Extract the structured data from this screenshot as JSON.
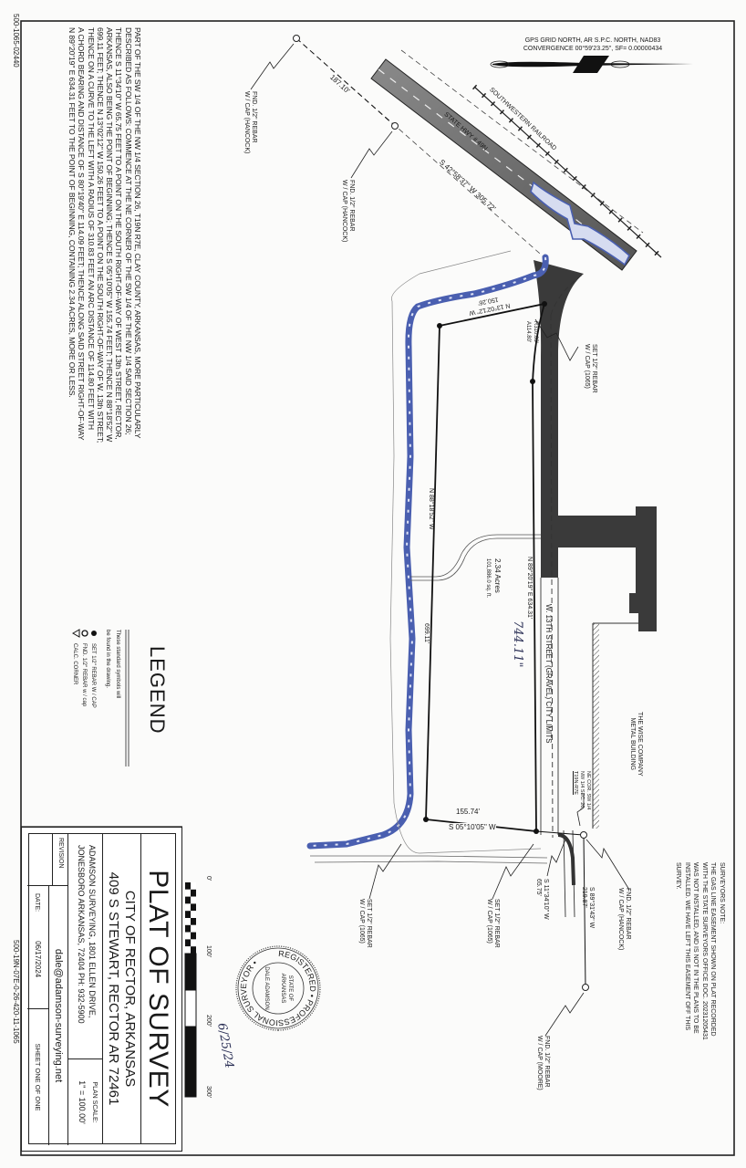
{
  "document": {
    "doc_number_top": "500-1065-02440",
    "doc_number_bottom": "500-19N-07E-0-26-420-11-1065",
    "description_lines": [
      "PART OF THE SW 1/4 OF THE NW 1/4 SECTION 26, T19N R7E, CLAY COUNTY, ARKANSAS, MORE PARTICULARLY",
      "DESCRIBED AS FOLLOWS: COMMENCE AT THE NE CORNER OF THE SW 1/4 OF THE NW 1/4 SAID SECTION 26;",
      "THENCE S 11°34'10\" W 65.75 FEET TO A POINT ON THE SOUTH RIGHT-OF-WAY OF WEST 13th STREET, RECTOR,",
      "ARKANSAS, ALSO BEING THE POINT OF BEGINNING; THENCE S 05°10'05\" W 155.74 FEET; THENCE N 88°18'52\" W",
      "699.11 FEET; THENCE N 13°02'12\" W 150.26 FEET TO A POINT ON THE SOUTH RIGHT-OF-WAY OF W. 13th STREET;",
      "THENCE ON A CURVE TO THE LEFT WITH A RADIUS OF 310.83 FEET AN ARC DISTANCE OF 114.80 FEET WITH",
      "A CHORD BEARING AND DISTANCE OF S 80°19'40\" E 114.09 FEET; THENCE ALONG SAID STREET RIGHT-OF-WAY",
      "N 89°20'19\" E 634.31 FEET TO THE POINT OF BEGINNING, CONTAINING 2.34 ACRES, MORE OR LESS."
    ]
  },
  "legend": {
    "title": "LEGEND",
    "note_line1": "These standard symbols will",
    "note_line2": "be found in the drawing.",
    "items": [
      {
        "symbol": "filled-dot-icon",
        "label": "SET 1/2\" REBAR W / CAP"
      },
      {
        "symbol": "target-circle-icon",
        "label": "FND. 1/2\" REBAR w / cap"
      },
      {
        "symbol": "triangle-icon",
        "label": "CALC. CORNER"
      }
    ]
  },
  "title_block": {
    "title": "PLAT OF SURVEY",
    "city": "CITY OF RECTOR, ARKANSAS",
    "address": "409 S STEWART, RECTOR AR 72461",
    "firm_line1": "ADAMSON SURVEYING, 1801 ELLEN DRIVE,",
    "firm_line2": "JONESBORO ARKANSAS, 72404  PH: 932-5900",
    "plan_scale_label": "PLAN SCALE:",
    "plan_scale_value": "1\" = 100.00'",
    "revision_label": "REVISION",
    "email": "dale@adamson-surveying.net",
    "date_label": "DATE:",
    "date_value": "06/17/2024",
    "sheet": "SHEET ONE OF ONE"
  },
  "scale_bar": {
    "labels": [
      "0'",
      "100'",
      "200'",
      "300'"
    ]
  },
  "seal": {
    "ring_text": "REGISTERED • PROFESSIONAL SURVEYOR •",
    "inner_text_1": "STATE OF",
    "inner_text_2": "ARKANSAS",
    "name": "DALE ADAMSON",
    "signed_date": "6/25/24"
  },
  "north_arrow": {
    "line1": "GPS GRID NORTH, AR S.P.C. NORTH, NAD83",
    "line2": "CONVERGENCE 00°59'23.25\", SF= 0.00000434"
  },
  "surveyors_note": {
    "title": "SURVEYORS NOTE:",
    "lines": [
      "THE GAS LINE EASEMENT SHOWN ON PLAT RECORDED",
      "WITH THE STATE SURVEYORS OFFICE DOC. 20231205431",
      "WAS NOT INSTALLED, AND IS NOT IN THE PLANS TO BE",
      "INSTALLED. WE HAVE LEFT THIS EASEMENT OFF THIS",
      "SURVEY."
    ]
  },
  "labels": {
    "railroad": "SOUTHWESTERN RAILROAD",
    "highway": "STATE HWY # 49N",
    "hwy_bearing": "S 42°58'37\" W  305.72'",
    "dist_187": "187.10'",
    "fnd_rebar": "FND. 1/2\" REBAR",
    "cap_hancock": "W / CAP (HANCOCK)",
    "cap_moore": "W / CAP (MOORE)",
    "set_rebar": "SET 1/2\" REBAR",
    "cap_1065": "W / CAP (1065)",
    "north_line_bearing": "N 13°02'12\" W",
    "north_line_dist": "150.26'",
    "curve_radius": "R310.83'",
    "curve_arc": "A114.80'",
    "west_line_bearing": "N 88°18'52\" W",
    "west_line_dist": "699.11'",
    "acres": "2.34 Acres",
    "sqft": "101,886.0 sq. ft.",
    "street_line": "N 89°20'19\" E  634.31'",
    "handwritten_dist": "744.11\"",
    "street_name": "W. 13TH STREET (GRAVEL)  CITY LIMITS",
    "building_1": "THE WISE COMPANY",
    "building_2": "METAL BUILDING",
    "ne_cor_1": "NE COR. SW 1/4",
    "ne_cor_2": "NW 1/4 SEC. 26,",
    "ne_cor_3": "T19N-R7E",
    "south_dist": "155.74'",
    "south_bearing": "S 05°10'05\" W",
    "tie_bearing": "S 11°34'10\" W",
    "tie_dist": "65.75'",
    "east_bearing": "S 89°31'43\" W",
    "east_dist": "219.87'"
  },
  "colors": {
    "creek": "#5b6fb8",
    "road": "#3a3a3a",
    "ink": "#1a1a1a"
  }
}
